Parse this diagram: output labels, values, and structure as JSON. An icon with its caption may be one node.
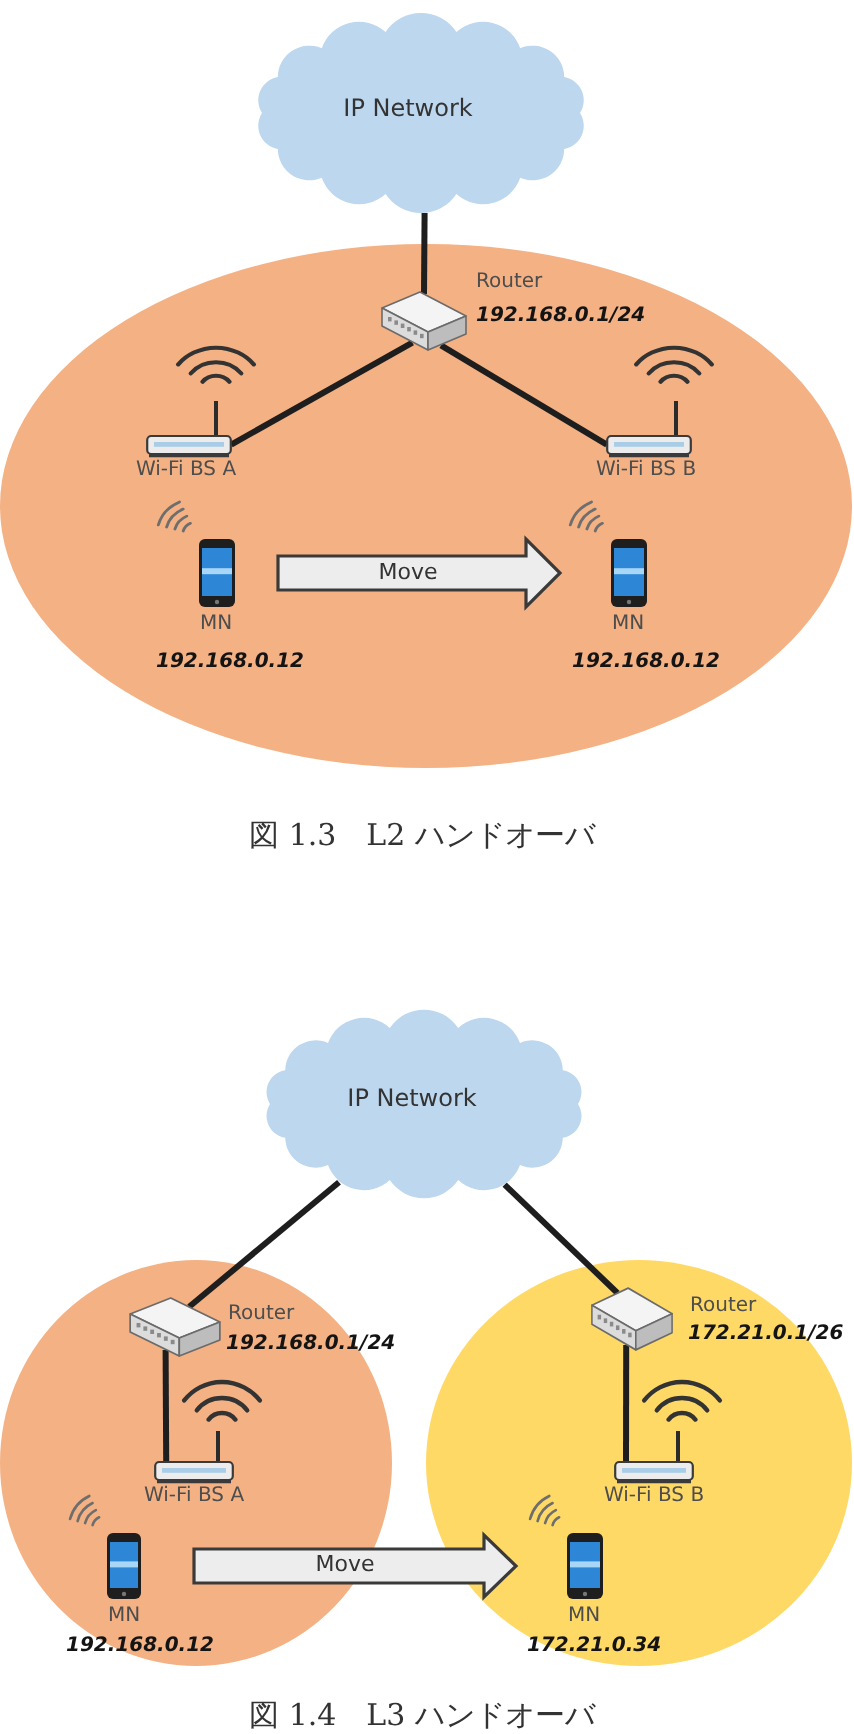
{
  "diagram": {
    "nodes": [
      {
        "text": [
          "IP Network"
        ]
      },
      {
        "text": [],
        "shape": "ellipse"
      },
      {
        "text": [],
        "shape": "picture",
        "in": 1,
        "beside": [
          "Router",
          "192.168.0.1/24"
        ]
      },
      {
        "text": [],
        "shape": "picture",
        "in": 1,
        "beside": [
          "Wi-Fi BS A"
        ]
      },
      {
        "text": [],
        "shape": "picture",
        "in": 1,
        "beside": [
          "Wi-Fi BS B"
        ]
      },
      {
        "text": [],
        "shape": "picture",
        "in": 1,
        "beside": [
          "MN",
          "192.168.0.12"
        ]
      },
      {
        "text": [],
        "shape": "picture",
        "in": 1,
        "beside": [
          "MN",
          "192.168.0.12"
        ]
      },
      {
        "text": [
          "IP Network"
        ]
      },
      {
        "text": [],
        "shape": "circle"
      },
      {
        "text": [],
        "shape": "picture",
        "in": 8,
        "beside": [
          "Router",
          "192.168.0.1/24"
        ]
      },
      {
        "text": [],
        "shape": "picture",
        "in": 8,
        "beside": [
          "Wi-Fi BS A"
        ]
      },
      {
        "text": [],
        "shape": "picture",
        "in": 8,
        "beside": [
          "MN",
          "192.168.0.12"
        ]
      },
      {
        "text": [],
        "shape": "circle"
      },
      {
        "text": [],
        "shape": "picture",
        "in": 12,
        "beside": [
          "Router",
          "172.21.0.1/26"
        ]
      },
      {
        "text": [],
        "shape": "picture",
        "in": 12,
        "beside": [
          "Wi-Fi BS B"
        ]
      },
      {
        "text": [],
        "shape": "picture",
        "in": 12,
        "beside": [
          "MN",
          "172.21.0.34"
        ]
      }
    ],
    "edges": [
      {
        "from": 0,
        "to": 2,
        "arrow": "none"
      },
      {
        "from": 2,
        "to": 3,
        "arrow": "none"
      },
      {
        "from": 2,
        "to": 4,
        "arrow": "none"
      },
      {
        "from": 5,
        "to": 6,
        "arrow": "to",
        "label": "Move",
        "style": "thick"
      },
      {
        "from": 7,
        "to": 9,
        "arrow": "none"
      },
      {
        "from": 7,
        "to": 13,
        "arrow": "none"
      },
      {
        "from": 9,
        "to": 10,
        "arrow": "none"
      },
      {
        "from": 13,
        "to": 14,
        "arrow": "none"
      },
      {
        "from": 11,
        "to": 15,
        "arrow": "to",
        "label": "Move",
        "style": "thick"
      }
    ],
    "labels": [
      "図 1.3　L2 ハンドオーバ",
      "図 1.4　L3 ハンドオーバ"
    ]
  }
}
